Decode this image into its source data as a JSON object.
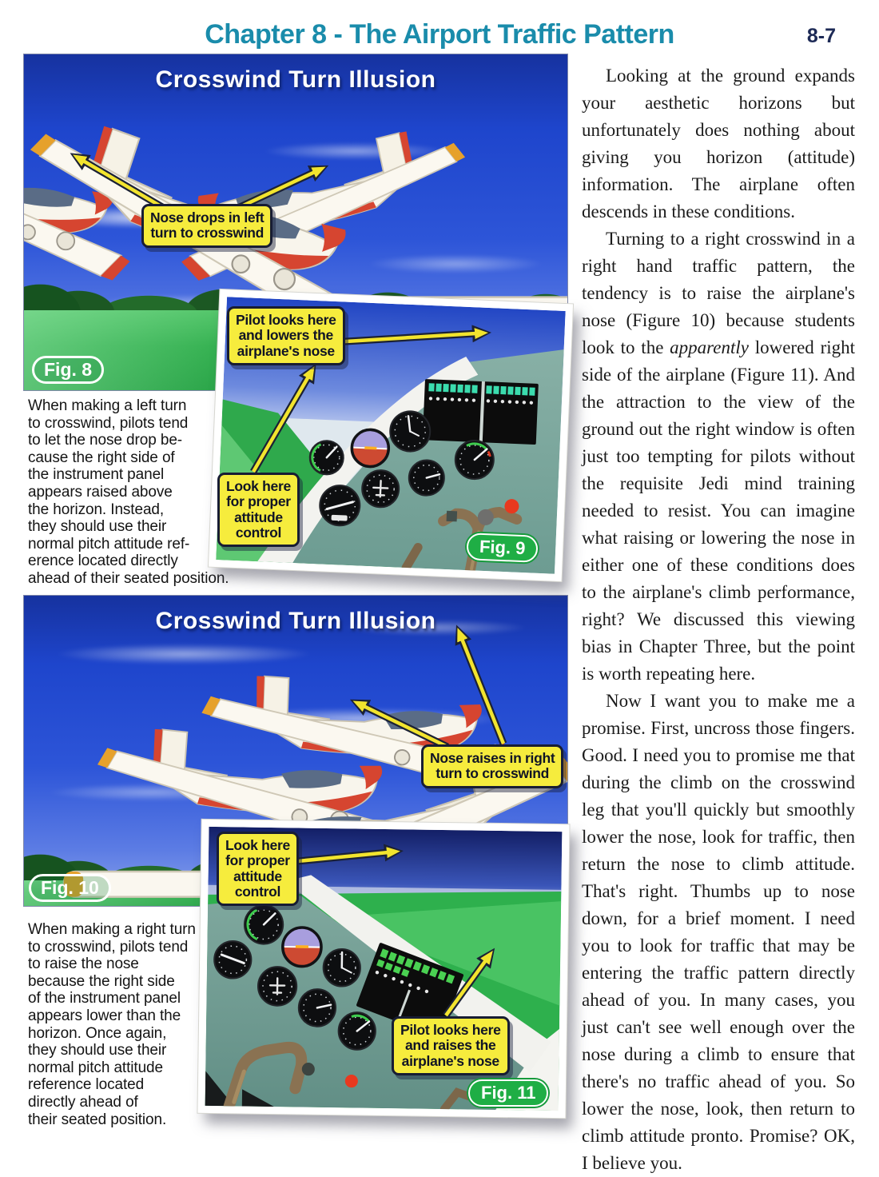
{
  "header": {
    "title": "Chapter 8 - The Airport Traffic Pattern",
    "page_number": "8-7"
  },
  "figure8": {
    "title": "Crosswind Turn Illusion",
    "callout": "Nose drops in left\nturn to crosswind",
    "fig_label": "Fig. 8",
    "caption": "When making a left turn\nto crosswind, pilots tend\nto let the nose drop be-\ncause the right side of\nthe instrument panel\nappears raised above\nthe horizon. Instead,\nthey should use their\nnormal pitch attitude ref-\nerence located directly\nahead of their seated position."
  },
  "figure9": {
    "callout_pilot": "Pilot looks here\nand lowers the\nairplane's nose",
    "callout_look": "Look here\nfor proper\nattitude\ncontrol",
    "fig_label": "Fig. 9"
  },
  "figure10": {
    "title": "Crosswind Turn Illusion",
    "callout": "Nose raises in right\nturn to crosswind",
    "fig_label": "Fig. 10",
    "caption": "When making a right turn\nto crosswind, pilots tend\nto raise the nose\nbecause the right side\nof the instrument panel\nappears lower than the\nhorizon. Once again,\nthey should use their\nnormal pitch attitude\nreference located\ndirectly ahead of\ntheir seated position."
  },
  "figure11": {
    "callout_look": "Look here\nfor proper\nattitude\ncontrol",
    "callout_pilot": "Pilot looks here\nand raises the\nairplane's nose",
    "fig_label": "Fig. 11"
  },
  "body": {
    "p1": "Looking at the ground expands your aesthetic horizons but unfortunately does nothing about giving you horizon (attitude) information. The airplane often descends in these conditions.",
    "p2_before": "Turning to a right crosswind in a right hand traffic pattern, the tendency is to raise the airplane's nose (Figure 10) because students look to the ",
    "p2_italic": "apparently",
    "p2_after": " lowered right side of the airplane (Figure 11). And the attraction to the view of the ground out the right window is often just too tempting for pilots without the requisite Jedi mind training needed to resist. You can imagine what raising or lowering the nose in either one of these conditions does to the airplane's climb performance, right? We discussed this viewing bias in Chapter Three, but the point is worth repeating here.",
    "p3": "Now I want you to make me a promise. First, uncross those fingers. Good. I need you to promise me that during the climb on the crosswind leg that you'll quickly but smoothly lower the nose, look for traffic, then return the nose to climb attitude. That's right. Thumbs up to nose down, for a brief moment. I need you to look for traffic that may be entering the traffic pattern directly ahead of you. In many cases, you just can't see well enough over the nose during a climb to ensure that there's no traffic ahead of you. So lower the nose, look, then return to climb attitude pronto. Promise? OK, I believe you."
  },
  "colors": {
    "header_teal": "#1a8cab",
    "page_number_navy": "#1d2a56",
    "callout_yellow": "#f6ec3d",
    "fig_capsule_green": "#1fae45",
    "sky_blue": "#1e45cc",
    "ground_green": "#2aab47"
  }
}
